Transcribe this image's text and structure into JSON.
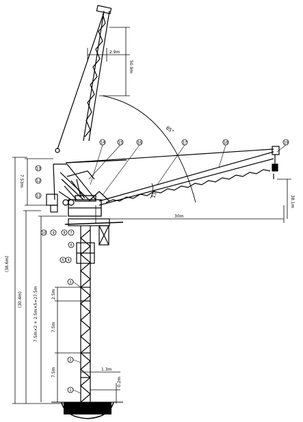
{
  "dimensions": {
    "offset_top": "2.9m",
    "boom_raised_length": "50.9m",
    "mast_head": "7.53m",
    "jib_length": "30m",
    "hook_height": "38.1m",
    "total_height": "(38.6m)",
    "under_jib_height": "(30.4m)",
    "mast_formula": "7.5m×2 + 2.5m×5=27.5m",
    "section_upper": "2.5m",
    "section_mid": "7.5m",
    "section_low": "7.5m",
    "mast_width": "1.3m",
    "foundation": "0.2m"
  },
  "angles": {
    "max_luff": "85°",
    "min_luff": "15°"
  },
  "callouts": [
    "1",
    "2",
    "3",
    "4",
    "5",
    "6",
    "7",
    "8",
    "9",
    "10",
    "11",
    "12",
    "13",
    "14",
    "15",
    "16",
    "17",
    "18",
    "19"
  ]
}
